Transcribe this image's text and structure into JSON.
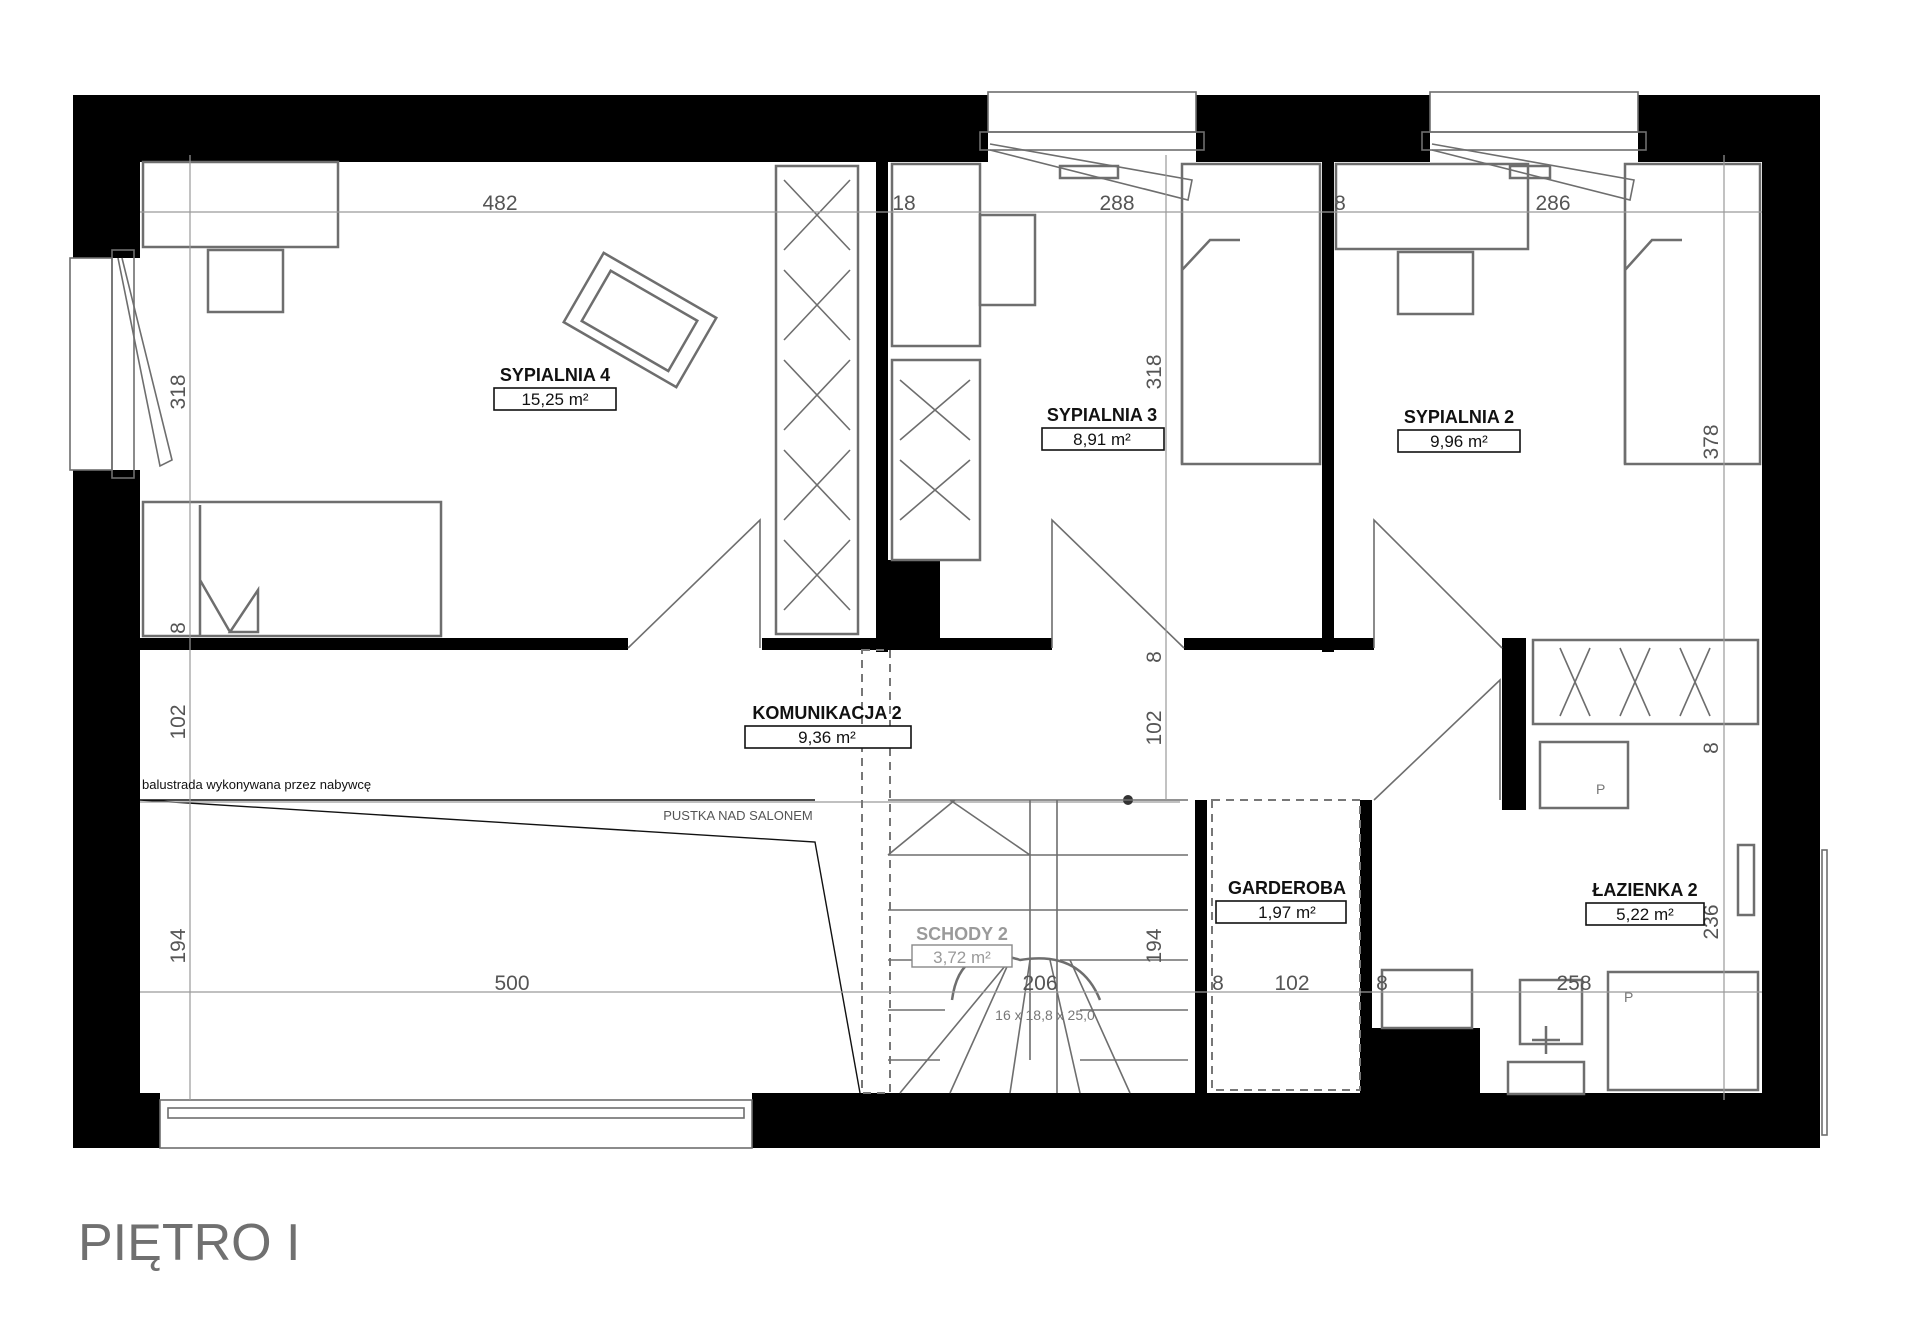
{
  "title": "PIĘTRO I",
  "rooms": {
    "sypialnia4": {
      "name": "SYPIALNIA 4",
      "area": "15,25 m²"
    },
    "sypialnia3": {
      "name": "SYPIALNIA 3",
      "area": "8,91 m²"
    },
    "sypialnia2": {
      "name": "SYPIALNIA 2",
      "area": "9,96 m²"
    },
    "komunikacja2": {
      "name": "KOMUNIKACJA 2",
      "area": "9,36 m²"
    },
    "schody2": {
      "name": "SCHODY 2",
      "area": "3,72 m²",
      "spec": "16 x 18,8 x 25,0"
    },
    "garderoba": {
      "name": "GARDEROBA",
      "area": "1,97 m²"
    },
    "lazienka2": {
      "name": "ŁAZIENKA 2",
      "area": "5,22 m²"
    }
  },
  "notes": {
    "railing": "balustrada wykonywana przez nabywcę",
    "void": "PUSTKA NAD SALONEM"
  },
  "dimensions": {
    "d482": "482",
    "d18": "18",
    "d288": "288",
    "d8a": "8",
    "d286": "286",
    "d318a": "318",
    "d318b": "318",
    "d378": "378",
    "d8b": "8",
    "d102a": "102",
    "d8c": "8",
    "d102b": "102",
    "d8d": "8",
    "d194a": "194",
    "d194b": "194",
    "d236": "236",
    "d500": "500",
    "d206": "206",
    "d8e": "8",
    "d102c": "102",
    "d8f": "8",
    "d258": "258"
  },
  "symbols": {
    "p1": "P",
    "p2": "P"
  },
  "colors": {
    "wall": "#000000",
    "furniture": "#6e6e6e",
    "dimension": "#9a9a9a",
    "title": "#707070"
  }
}
